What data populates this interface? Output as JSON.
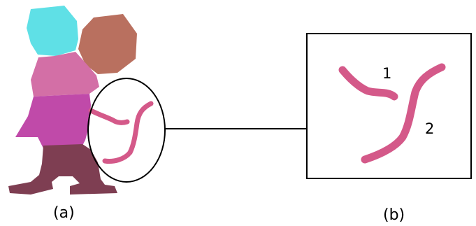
{
  "figure": {
    "panel_a_caption": "(a)",
    "panel_b_caption": "(b)",
    "part_labels": [
      "1",
      "2"
    ]
  },
  "colors": {
    "head_cyan": "#5fe0e6",
    "head_brown": "#b9705f",
    "upper_body": "#d36fa6",
    "lower_body": "#c04aa9",
    "legs": "#7e3e52",
    "arm_stroke": "#d45989",
    "outline": "#000000"
  }
}
